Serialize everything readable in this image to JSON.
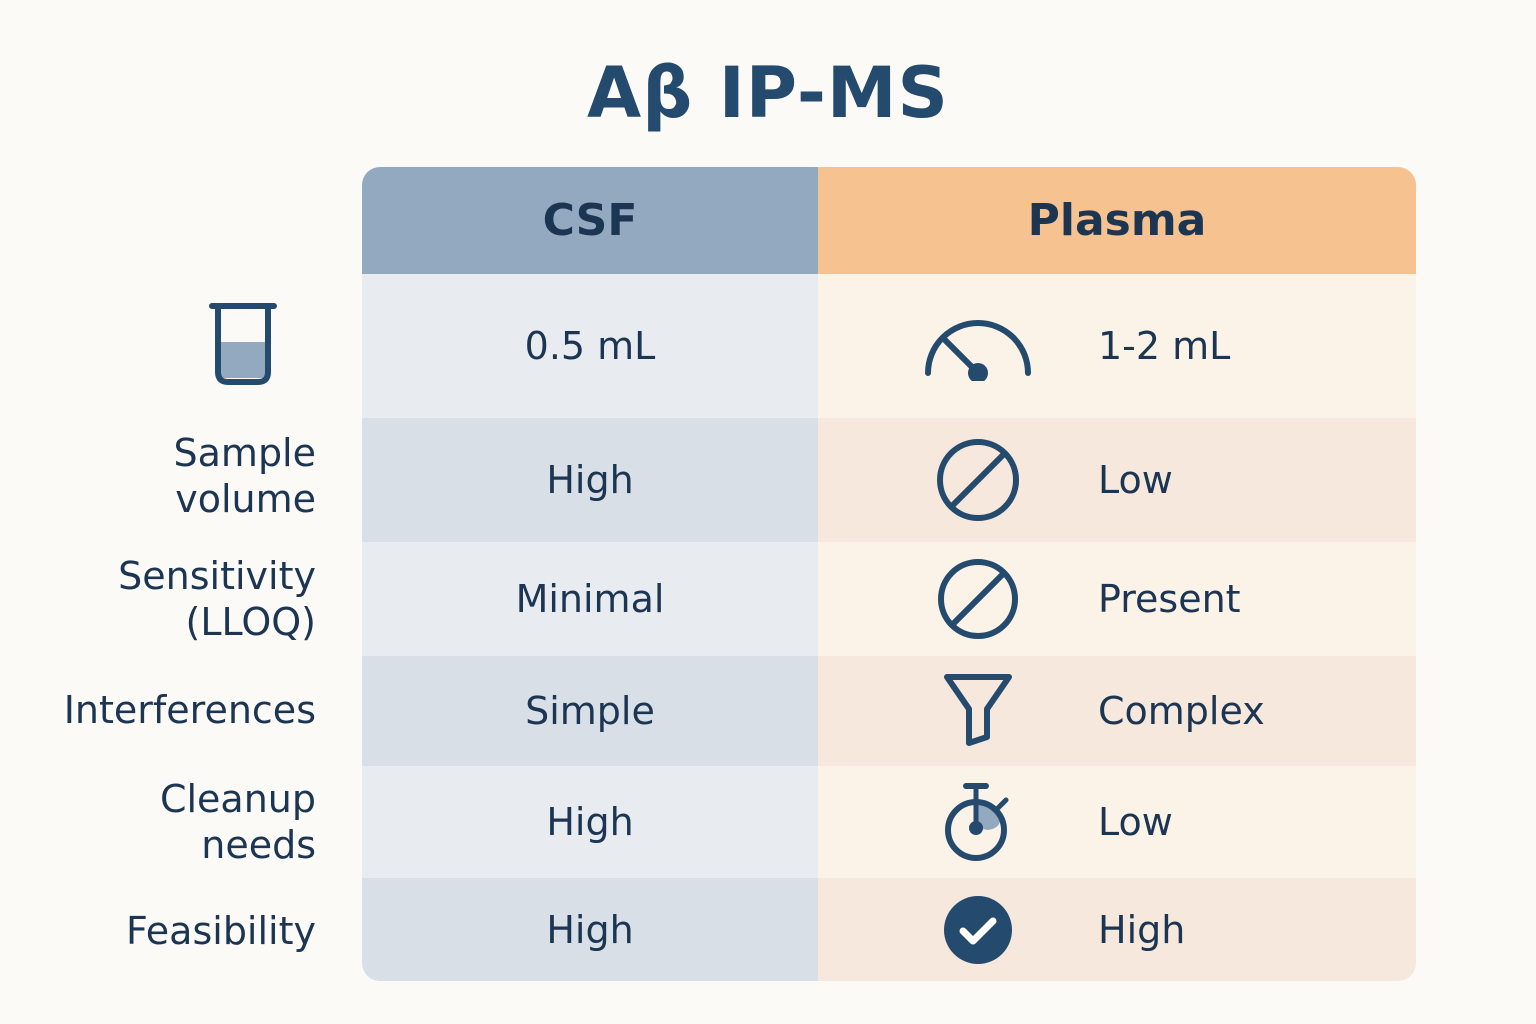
{
  "title": "Aβ IP-MS",
  "columns": [
    {
      "label": "CSF",
      "color": "#93a9bf"
    },
    {
      "label": "Plasma",
      "color": "#f6c290"
    }
  ],
  "header_icon": "beaker-icon",
  "row_labels": [
    "Sample volume",
    "Sensitivity (LLOQ)",
    "Interferences",
    "Cleanup needs",
    "Feasibility"
  ],
  "rows": [
    {
      "csf": "0.5 mL",
      "plasma": "1-2 mL",
      "plasma_icon": "gauge-icon"
    },
    {
      "csf": "High",
      "plasma": "Low",
      "plasma_icon": "prohibited-icon"
    },
    {
      "csf": "Minimal",
      "plasma": "Present",
      "plasma_icon": "prohibited-icon"
    },
    {
      "csf": "Simple",
      "plasma": "Complex",
      "plasma_icon": "funnel-icon"
    },
    {
      "csf": "High",
      "plasma": "Low",
      "plasma_icon": "stopwatch-icon"
    },
    {
      "csf": "High",
      "plasma": "High",
      "plasma_icon": "check-circle-icon"
    }
  ],
  "colors": {
    "text": "#1c3552",
    "icon": "#244a6e",
    "background": "#fbfaf7"
  }
}
